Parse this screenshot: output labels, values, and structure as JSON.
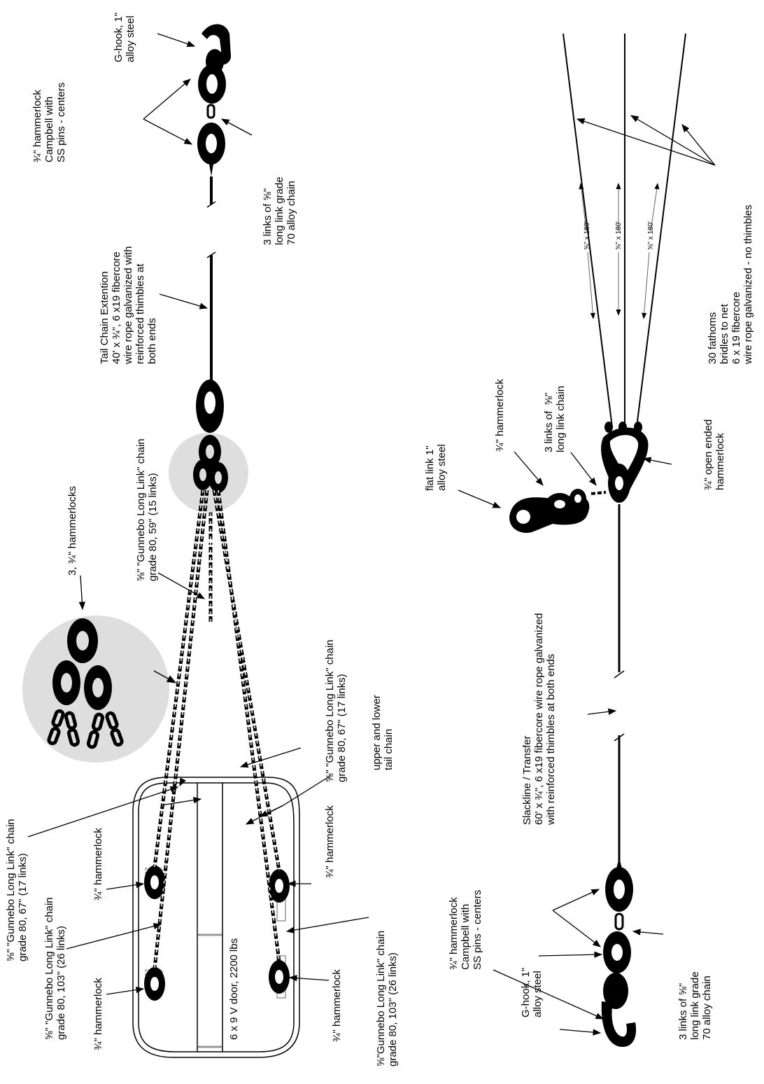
{
  "labels": {
    "ghook_top": "G-hook, 1\"\nalloy steel",
    "hammerlock_campbell_top": "¾\" hammerlock\nCampbell with\nSS pins - centers",
    "links3_top": "3 links of ⅝\"\nlong link grade\n70 alloy chain",
    "tail_ext": "Tail Chain Extention\n40' x ¾\", 6 x19 fibercore\nwire rope galvanized with\nreinforced thimbles at\nboth ends",
    "gunnebo_15": "⅝\" \"Gunnebo Long Link\" chain\ngrade 80, 59\" (15 links)",
    "three_hammerlocks": "3, ¾\" hammerlocks",
    "gunnebo_17_right": "⅝\" \"Gunnebo Long Link\" chain\ngrade 80, 67\" (17 links)",
    "upper_lower": "upper and lower\ntail chain",
    "gunnebo_17_left": "⅝\" \"Gunnebo Long Link\" chain\ngrade 80, 67\" (17 links)",
    "hl_left_top": "¾\" hammerlock",
    "gunnebo_26_left": "⅝\" \"Gunnebo Long Link\" chain\ngrade 80, 103\" (26 links)",
    "hl_left_bottom": "¾\" hammerlock",
    "hl_right_top": "¾\" hammerlock",
    "hl_right_bottom": "¾\" hammerlock",
    "gunnebo_26_right": "⅝\"Gunnebo Long Link\" chain\ngrade 80, 103\" (26 links)",
    "door": "6 x 9 V door, 2200 lbs",
    "bridles": "30 fathoms\nbridles to net\n6 x 19 fibercore\nwire rope galvanized - no thimbles",
    "rope_a": "⅝\" x 180'",
    "rope_b": "⅝\" x 180'",
    "rope_c": "⅝\" x 180'",
    "flat_link": "flat link 1\"\nalloy steel",
    "hl_flat": "¾\" hammerlock",
    "links3_long": "3 links of  ⅝\"\nlong link chain",
    "open_ended": "¾\" open ended\nhammerlock",
    "slackline": "Slackline / Transfer\n60' x ¾\", 6 x19 fibercore wire rope galvanized\nwith reinforced thimbles at both ends",
    "hammerlock_campbell_bot": "¾\" hammerlock\nCampbell with\nSS pins - centers",
    "ghook_bot": "G-hook, 1\"\nalloy steel",
    "links3_bot": "3 links of ⅝\"\nlong link grade\n70 alloy chain"
  }
}
